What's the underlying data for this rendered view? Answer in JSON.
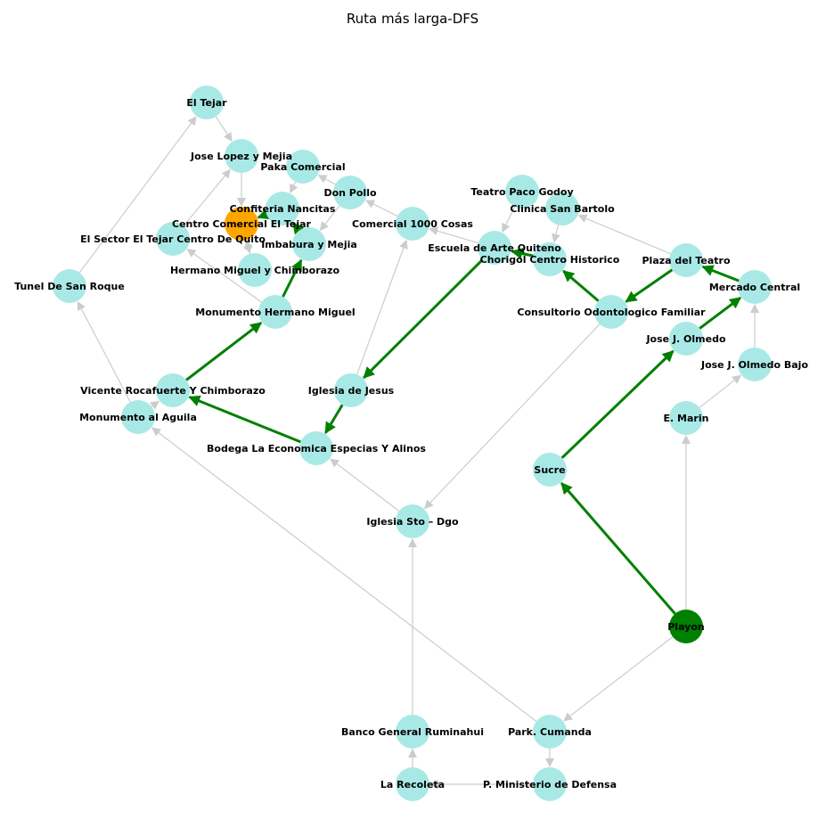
{
  "title": "Ruta más larga-DFS",
  "colors": {
    "node_default": "#a8e9e6",
    "node_start": "#008000",
    "node_end": "#ffa500",
    "edge_default": "#cccccc",
    "edge_path": "#008000"
  },
  "nodes": [
    {
      "id": "el_tejar",
      "label": "El Tejar",
      "role": "default"
    },
    {
      "id": "jose_lopez",
      "label": "Jose Lopez y Mejia",
      "role": "default"
    },
    {
      "id": "paka",
      "label": "Paka Comercial",
      "role": "default"
    },
    {
      "id": "don_pollo",
      "label": "Don Pollo",
      "role": "default"
    },
    {
      "id": "nancitas",
      "label": "Confiteria Nancitas",
      "role": "default"
    },
    {
      "id": "cc_tejar",
      "label": "Centro Comercial El Tejar",
      "role": "end"
    },
    {
      "id": "imbabura",
      "label": "Imbabura y Mejia",
      "role": "default"
    },
    {
      "id": "sector_tejar",
      "label": "El Sector El Tejar Centro De Quito",
      "role": "default"
    },
    {
      "id": "hermano_chimb",
      "label": "Hermano Miguel y Chimborazo",
      "role": "default"
    },
    {
      "id": "comercial_1000",
      "label": "Comercial 1000 Cosas",
      "role": "default"
    },
    {
      "id": "teatro_paco",
      "label": "Teatro Paco Godoy",
      "role": "default"
    },
    {
      "id": "clinica",
      "label": "Clinica San Bartolo",
      "role": "default"
    },
    {
      "id": "escuela",
      "label": "Escuela de Arte Quiteno",
      "role": "default"
    },
    {
      "id": "chorigol",
      "label": "Chorigol Centro Historico",
      "role": "default"
    },
    {
      "id": "plaza_teatro",
      "label": "Plaza del Teatro",
      "role": "default"
    },
    {
      "id": "mercado",
      "label": "Mercado Central",
      "role": "default"
    },
    {
      "id": "tunel",
      "label": "Tunel De San Roque",
      "role": "default"
    },
    {
      "id": "monumento_hm",
      "label": "Monumento Hermano Miguel",
      "role": "default"
    },
    {
      "id": "consultorio",
      "label": "Consultorio Odontologico Familiar",
      "role": "default"
    },
    {
      "id": "olmedo",
      "label": "Jose J.  Olmedo",
      "role": "default"
    },
    {
      "id": "olmedo_bajo",
      "label": "Jose J.  Olmedo Bajo",
      "role": "default"
    },
    {
      "id": "vicente",
      "label": "Vicente Rocafuerte Y Chimborazo",
      "role": "default"
    },
    {
      "id": "iglesia_jesus",
      "label": "Iglesia de Jesus",
      "role": "default"
    },
    {
      "id": "monumento_aguila",
      "label": "Monumento al Aguila",
      "role": "default"
    },
    {
      "id": "emarin",
      "label": "E. Marin",
      "role": "default"
    },
    {
      "id": "bodega",
      "label": "Bodega La Economica Especias Y Alinos",
      "role": "default"
    },
    {
      "id": "sucre",
      "label": "Sucre",
      "role": "default"
    },
    {
      "id": "iglesia_sto",
      "label": "Iglesia Sto – Dgo",
      "role": "default"
    },
    {
      "id": "playon",
      "label": "Playon",
      "role": "start"
    },
    {
      "id": "banco",
      "label": "Banco General Ruminahui",
      "role": "default"
    },
    {
      "id": "park_cumanda",
      "label": "Park. Cumanda",
      "role": "default"
    },
    {
      "id": "recoleta",
      "label": "La Recoleta",
      "role": "default"
    },
    {
      "id": "ministerio",
      "label": "P. Ministerio de Defensa",
      "role": "default"
    }
  ],
  "edges": [
    {
      "from": "el_tejar",
      "to": "jose_lopez",
      "path": false
    },
    {
      "from": "jose_lopez",
      "to": "cc_tejar",
      "path": false
    },
    {
      "from": "paka",
      "to": "nancitas",
      "path": false
    },
    {
      "from": "don_pollo",
      "to": "paka",
      "path": false
    },
    {
      "from": "don_pollo",
      "to": "imbabura",
      "path": false
    },
    {
      "from": "comercial_1000",
      "to": "don_pollo",
      "path": false
    },
    {
      "from": "hermano_chimb",
      "to": "cc_tejar",
      "path": false
    },
    {
      "from": "sector_tejar",
      "to": "jose_lopez",
      "path": false
    },
    {
      "from": "cc_tejar",
      "to": "hermano_chimb",
      "path": false
    },
    {
      "from": "monumento_hm",
      "to": "sector_tejar",
      "path": false
    },
    {
      "from": "tunel",
      "to": "el_tejar",
      "path": false
    },
    {
      "from": "monumento_aguila",
      "to": "tunel",
      "path": false
    },
    {
      "from": "monumento_aguila",
      "to": "vicente",
      "path": false
    },
    {
      "from": "park_cumanda",
      "to": "monumento_aguila",
      "path": false
    },
    {
      "from": "iglesia_jesus",
      "to": "comercial_1000",
      "path": false
    },
    {
      "from": "escuela",
      "to": "comercial_1000",
      "path": false
    },
    {
      "from": "teatro_paco",
      "to": "escuela",
      "path": false
    },
    {
      "from": "clinica",
      "to": "chorigol",
      "path": false
    },
    {
      "from": "plaza_teatro",
      "to": "clinica",
      "path": false
    },
    {
      "from": "olmedo_bajo",
      "to": "mercado",
      "path": false
    },
    {
      "from": "emarin",
      "to": "olmedo_bajo",
      "path": false
    },
    {
      "from": "playon",
      "to": "emarin",
      "path": false
    },
    {
      "from": "consultorio",
      "to": "iglesia_sto",
      "path": false
    },
    {
      "from": "iglesia_sto",
      "to": "bodega",
      "path": false
    },
    {
      "from": "banco",
      "to": "iglesia_sto",
      "path": false
    },
    {
      "from": "recoleta",
      "to": "banco",
      "path": false
    },
    {
      "from": "ministerio",
      "to": "recoleta",
      "path": false
    },
    {
      "from": "park_cumanda",
      "to": "ministerio",
      "path": false
    },
    {
      "from": "playon",
      "to": "park_cumanda",
      "path": false
    },
    {
      "from": "playon",
      "to": "sucre",
      "path": true
    },
    {
      "from": "sucre",
      "to": "olmedo",
      "path": true
    },
    {
      "from": "olmedo",
      "to": "mercado",
      "path": true
    },
    {
      "from": "mercado",
      "to": "plaza_teatro",
      "path": true
    },
    {
      "from": "plaza_teatro",
      "to": "consultorio",
      "path": true
    },
    {
      "from": "consultorio",
      "to": "chorigol",
      "path": true
    },
    {
      "from": "chorigol",
      "to": "escuela",
      "path": true
    },
    {
      "from": "escuela",
      "to": "iglesia_jesus",
      "path": true
    },
    {
      "from": "iglesia_jesus",
      "to": "bodega",
      "path": true
    },
    {
      "from": "bodega",
      "to": "vicente",
      "path": true
    },
    {
      "from": "vicente",
      "to": "monumento_hm",
      "path": true
    },
    {
      "from": "monumento_hm",
      "to": "imbabura",
      "path": true
    },
    {
      "from": "imbabura",
      "to": "nancitas",
      "path": true
    },
    {
      "from": "nancitas",
      "to": "cc_tejar",
      "path": true
    }
  ]
}
